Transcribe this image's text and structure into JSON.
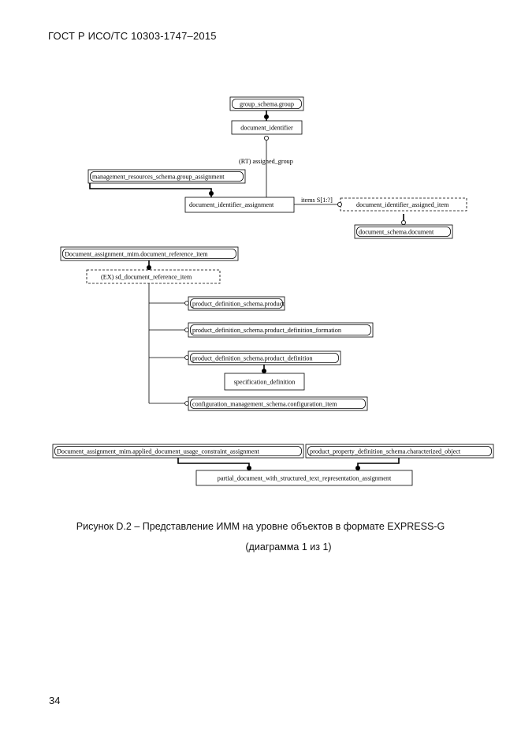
{
  "header": {
    "standard": "ГОСТ Р ИСО/ТС 10303-1747–2015"
  },
  "diagram": {
    "entities": {
      "group_schema_group": "group_schema.group",
      "document_identifier": "document_identifier",
      "rt_assigned_group": "(RT) assigned_group",
      "group_assignment": "management_resources_schema.group_assignment",
      "document_identifier_assignment": "document_identifier_assignment",
      "items_label": "items S[1:?]",
      "document_identifier_assigned_item": "document_identifier_assigned_item",
      "document_schema_document": "document_schema.document",
      "document_reference_item": "Document_assignment_mim.document_reference_item",
      "sd_document_reference_item": "(EX) sd_document_reference_item",
      "product_definition_schema_product": "product_definition_schema.product",
      "product_definition_formation": "product_definition_schema.product_definition_formation",
      "product_definition": "product_definition_schema.product_definition",
      "specification_definition": "specification_definition",
      "configuration_item": "configuration_management_schema.configuration_item",
      "applied_document_usage_constraint_assignment": "Document_assignment_mim.applied_document_usage_constraint_assignment",
      "characterized_object": "product_property_definition_schema.characterized_object",
      "partial_document_assignment": "partial_document_with_structured_text_representation_assignment"
    }
  },
  "caption": {
    "line1": "Рисунок D.2 – Представление ИММ на уровне объектов в формате EXPRESS-G",
    "line2": "(диаграмма 1 из 1)"
  },
  "page_number": "34"
}
